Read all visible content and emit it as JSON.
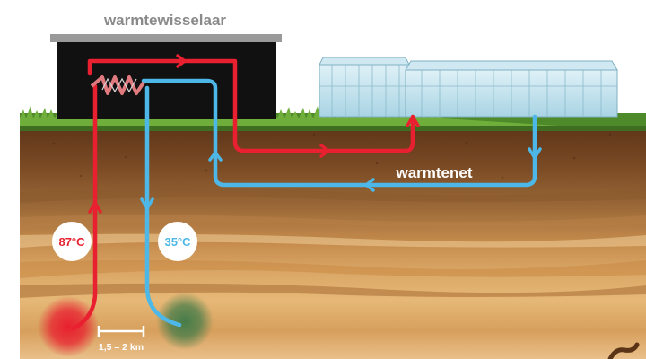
{
  "heat_exchanger_label": "warmtewisselaar",
  "heat_network_label": "warmtenet",
  "hot_temperature": "87°C",
  "cold_temperature": "35°C",
  "distance_label": "1,5 – 2 km",
  "colors": {
    "hot_pipe": "#e8202f",
    "cold_pipe": "#4db8e8",
    "label_gray": "#8a8a8a",
    "building": "#111111",
    "soil_top": "#6b3e1e",
    "soil_deep": "#e3b06a"
  },
  "icons": [
    "heat-exchanger-coil-icon",
    "flow-arrow-icon",
    "hot-source-blob",
    "cold-source-blob"
  ]
}
